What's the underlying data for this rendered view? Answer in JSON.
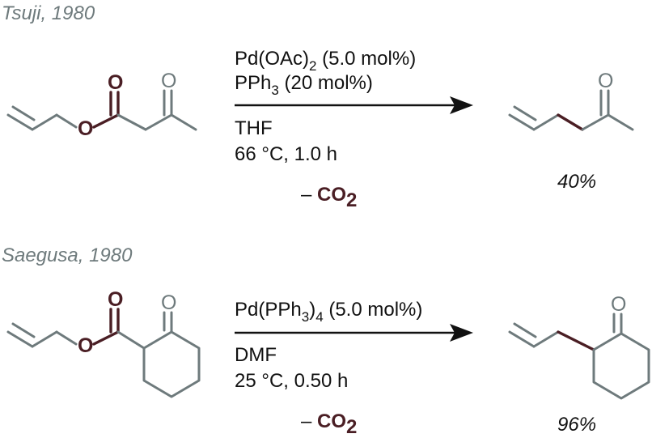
{
  "reactions": [
    {
      "citation": "Tsuji, 1980",
      "reagent_1": "Pd(OAc)",
      "reagent_1_sub": "2",
      "reagent_1_tail": " (5.0 mol%)",
      "reagent_2": "PPh",
      "reagent_2_sub": "3",
      "reagent_2_tail": " (20 mol%)",
      "solvent": "THF",
      "conditions": "66 °C, 1.0 h",
      "byproduct_prefix": "– ",
      "byproduct": "CO",
      "byproduct_sub": "2",
      "yield": "40%"
    },
    {
      "citation": "Saegusa, 1980",
      "reagent_1": "Pd(PPh",
      "reagent_1_sub": "3",
      "reagent_1_mid": ")",
      "reagent_1_sub2": "4",
      "reagent_1_tail": " (5.0 mol%)",
      "solvent": "DMF",
      "conditions": "25 °C,  0.50 h",
      "byproduct_prefix": "– ",
      "byproduct": "CO",
      "byproduct_sub": "2",
      "yield": "96%"
    }
  ],
  "atom_labels": {
    "oxygen": "O"
  },
  "colors": {
    "bond_grey": "#6e7a7c",
    "bond_highlight": "#4a1e24",
    "text": "#111111"
  }
}
